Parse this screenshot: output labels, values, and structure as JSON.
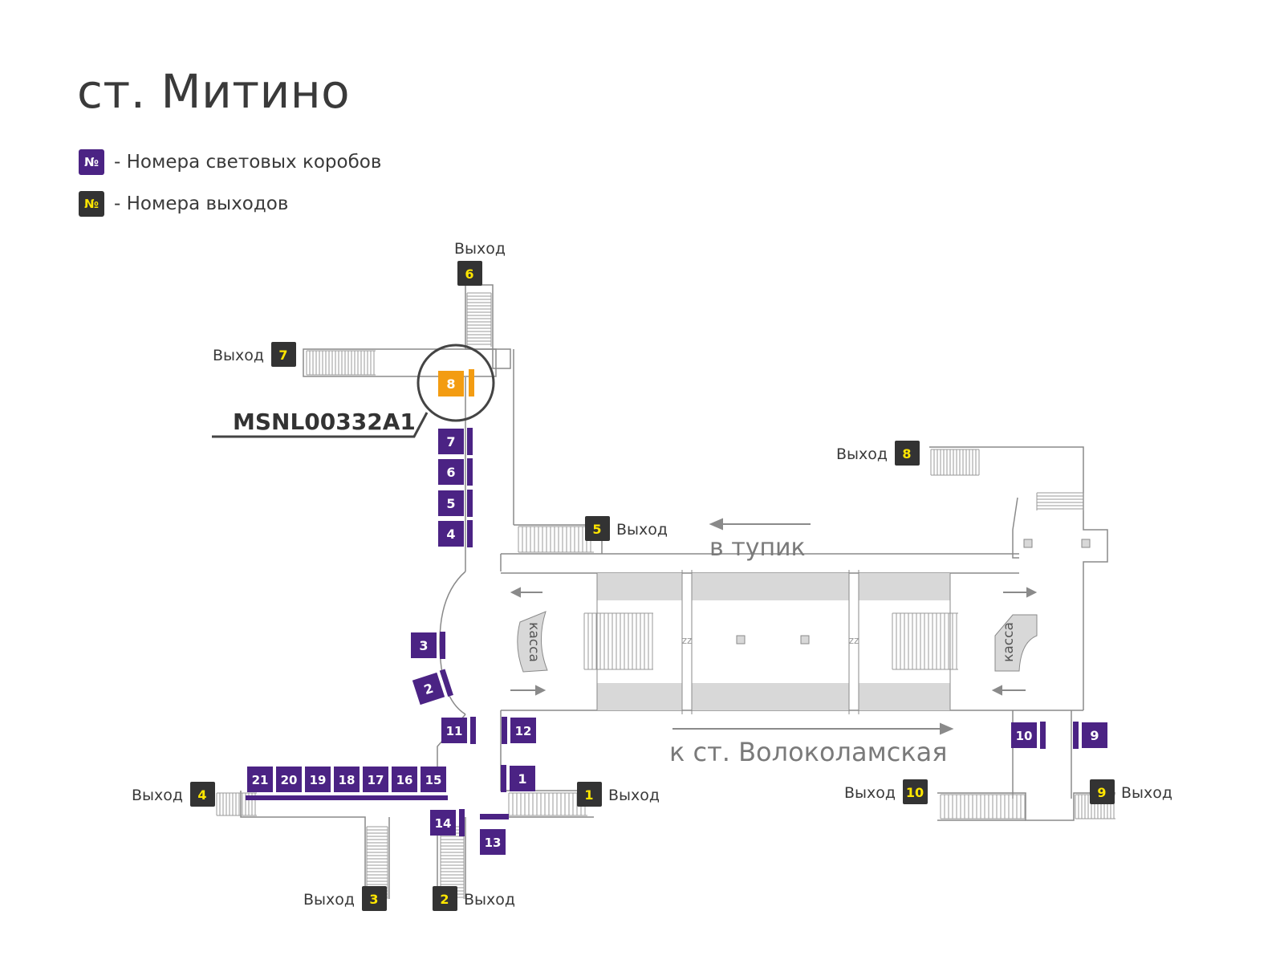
{
  "title": "ст. Митино",
  "legend": [
    {
      "symbol": "№",
      "text": "- Номера световых коробов",
      "kind": "lightbox"
    },
    {
      "symbol": "№",
      "text": "- Номера выходов",
      "kind": "exit"
    }
  ],
  "colors": {
    "lightbox": "#4b2384",
    "exit": "#333333",
    "exit_number": "#ffe600",
    "highlight": "#f39c12",
    "wall": "#8a8a8a",
    "platform_fill": "#d8d8d8",
    "text": "#3a3a3a"
  },
  "exit_word": "Выход",
  "exits": [
    "1",
    "2",
    "3",
    "4",
    "5",
    "6",
    "7",
    "8",
    "9",
    "10"
  ],
  "lightboxes": [
    "1",
    "2",
    "3",
    "4",
    "5",
    "6",
    "7",
    "9",
    "10",
    "11",
    "12",
    "13",
    "14",
    "15",
    "16",
    "17",
    "18",
    "19",
    "20",
    "21"
  ],
  "highlight": {
    "number": "8",
    "code": "MSNL00332A1"
  },
  "labels": {
    "dead_end": "в тупик",
    "direction": "к ст. Волоколамская",
    "cashier": "касса",
    "zz": "zz"
  }
}
